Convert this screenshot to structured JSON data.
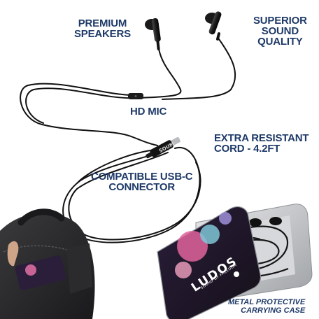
{
  "labels": {
    "premium_speakers": [
      "PREMIUM",
      "SPEAKERS"
    ],
    "superior_sound": [
      "SUPERIOR",
      "SOUND",
      "QUALITY"
    ],
    "hd_mic": "HD MIC",
    "extra_resistant": [
      "EXTRA RESISTANT",
      "CORD - 4.2ft"
    ],
    "usb_c": [
      "COMPATIBLE USB-C",
      "CONNECTOR"
    ],
    "carrying_case": [
      "METAL PROTECTIVE",
      "CARRYING CASE"
    ]
  },
  "brand": {
    "case_logo": "LUDOS",
    "case_tagline": "SOUND OF FREEDOM",
    "plug_logo": "SOUM"
  },
  "colors": {
    "label_text": "#1f3a68",
    "cable": "#111111",
    "tin": "#c9cbce",
    "backpack": "#2a2a2c"
  }
}
